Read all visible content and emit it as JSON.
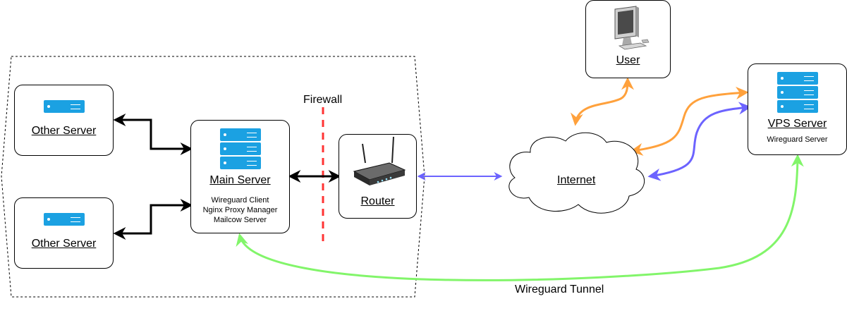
{
  "firewall_label": "Firewall",
  "nodes": {
    "other_server_top": {
      "title": "Other Server"
    },
    "other_server_bottom": {
      "title": "Other Server"
    },
    "main_server": {
      "title": "Main Server",
      "lines": [
        "Wireguard Client",
        "Nginx Proxy Manager",
        "Mailcow Server"
      ]
    },
    "router": {
      "title": "Router"
    },
    "internet": {
      "title": "Internet"
    },
    "user": {
      "title": "User"
    },
    "vps_server": {
      "title": "VPS Server",
      "subtitle": "Wireguard Server"
    }
  },
  "tunnel_label": "Wireguard Tunnel",
  "colors": {
    "server_blue": "#1ba1e2",
    "firewall_red": "#ff3333",
    "lan_blue": "#6c63ff",
    "orange": "#ffa13c",
    "tunnel_green": "#82f56a",
    "black": "#000000"
  },
  "icons": [
    "server-icon",
    "router-icon",
    "monitor-icon",
    "cloud-icon"
  ]
}
